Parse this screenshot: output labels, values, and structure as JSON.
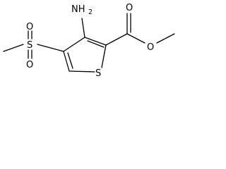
{
  "molecule": {
    "atoms": {
      "amino_n": "NH",
      "amino_h_count": "2",
      "carbonyl_o": "O",
      "ester_o": "O",
      "ring_s": "S",
      "sulfonyl_s": "S",
      "sulfonyl_o_top": "O",
      "sulfonyl_o_bottom": "O"
    }
  },
  "colors": {
    "bond": "#000000",
    "label": "#000000",
    "background": "#ffffff"
  }
}
